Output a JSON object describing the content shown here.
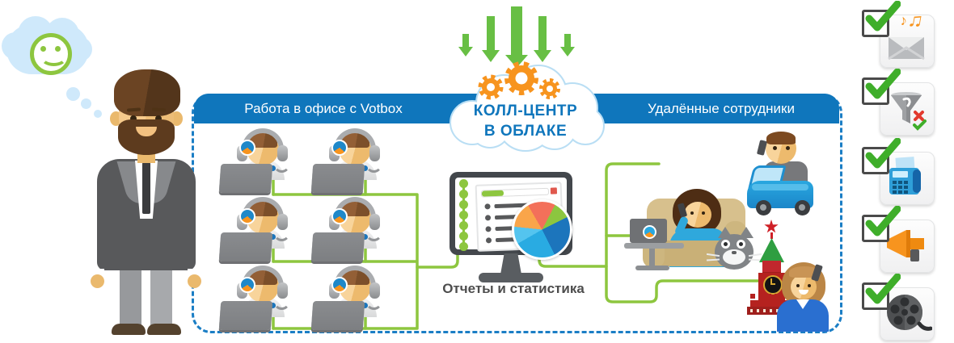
{
  "thought": {
    "icon": "smiley-icon"
  },
  "cloud": {
    "line1": "КОЛЛ-ЦЕНТР",
    "line2": "В ОБЛАКЕ",
    "icon": "gears-icon",
    "arrow_count": 5
  },
  "headers": {
    "left": "Работа в офисе с Votbox",
    "right": "Удалённые сотрудники"
  },
  "office": {
    "operator_count": 6,
    "operator_icon": "headset-operator-icon"
  },
  "monitor": {
    "caption": "Отчеты и статистика",
    "pie": {
      "type": "pie",
      "start_deg": -30,
      "slices": [
        {
          "color": "#f3705a",
          "frac": 0.16
        },
        {
          "color": "#8cc63f",
          "frac": 0.1
        },
        {
          "color": "#1c75bc",
          "frac": 0.25
        },
        {
          "color": "#29abe2",
          "frac": 0.24
        },
        {
          "color": "#54c4ef",
          "frac": 0.1
        },
        {
          "color": "#f9a54a",
          "frac": 0.15
        }
      ]
    },
    "list_rows": 4,
    "progress_color": "#8dc63f"
  },
  "remote": {
    "scenes": [
      "man-in-car-icon",
      "woman-on-couch-with-cat-icon",
      "woman-at-kremlin-icon"
    ]
  },
  "checklist": {
    "check_color": "#3fae2a",
    "items": [
      {
        "icon": "mail-music-icon",
        "checked": true
      },
      {
        "icon": "call-filter-icon",
        "checked": true
      },
      {
        "icon": "fax-phone-icon",
        "checked": true
      },
      {
        "icon": "megaphone-icon",
        "checked": true
      },
      {
        "icon": "film-reel-icon",
        "checked": true
      }
    ],
    "note_glyphs": {
      "small": "♪",
      "large": "♫"
    }
  },
  "colors": {
    "accent_blue": "#0f76bc",
    "dashed_border_blue": "#1b7ec5",
    "cloud_outline_blue": "#b9def4",
    "bubble_blue": "#cfe9fb",
    "line_green": "#8dc63f",
    "arrow_green": "#68bf44",
    "gear_orange": "#f7941e",
    "caption_gray": "#4d4d4d"
  }
}
